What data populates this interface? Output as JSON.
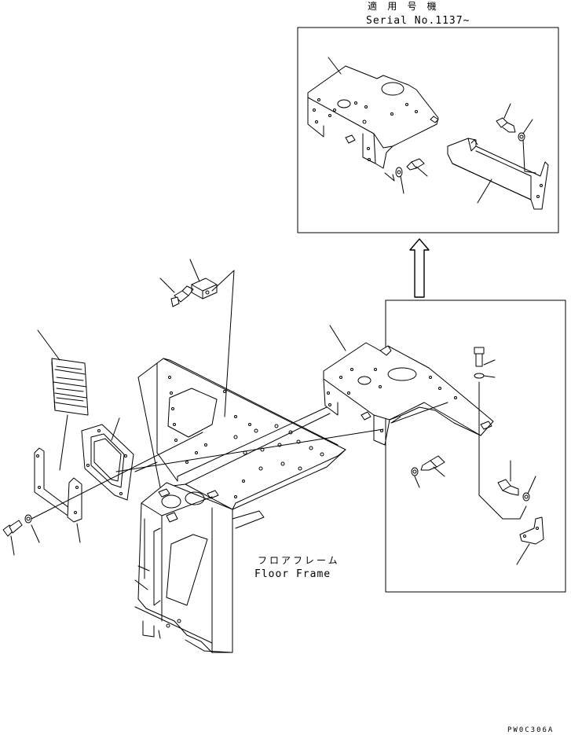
{
  "serial_note": {
    "jp": "適 用 号 機",
    "en": "Serial No.1137~"
  },
  "floor_frame_label": {
    "jp": "フロアフレーム",
    "en": "Floor Frame"
  },
  "drawing_code": "PW0C306A"
}
